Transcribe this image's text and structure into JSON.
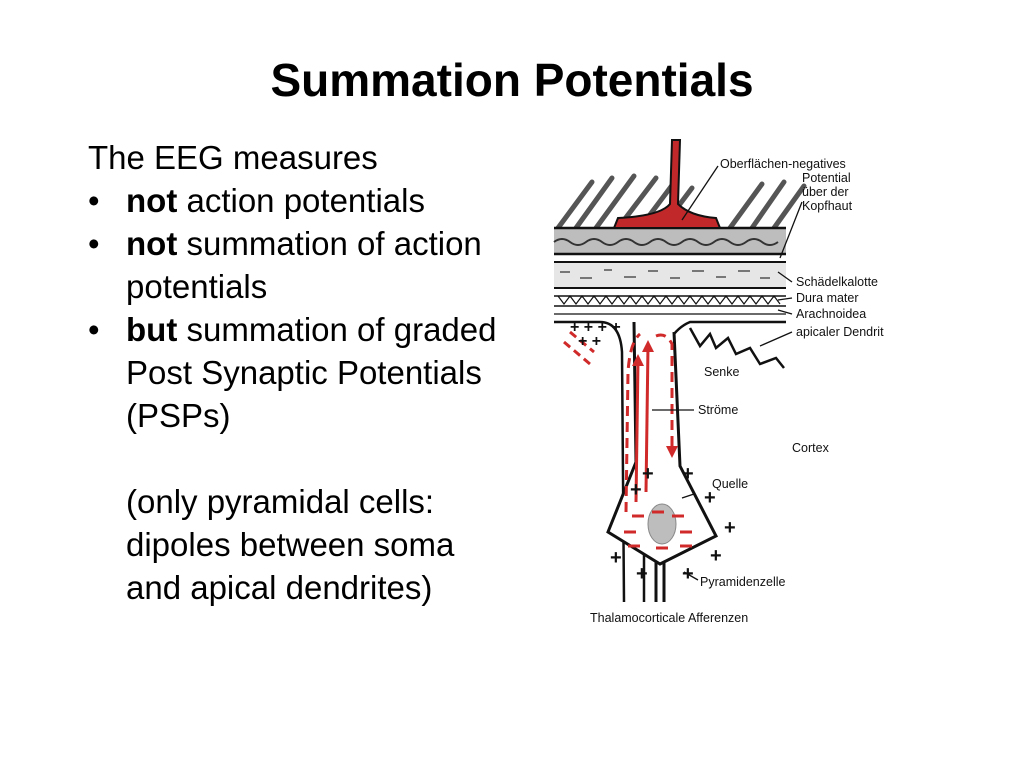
{
  "slide": {
    "title": "Summation Potentials",
    "intro": "The EEG measures",
    "bullets": [
      {
        "bullet": "•",
        "bold": "not",
        "rest": " action potentials"
      },
      {
        "bullet": "•",
        "bold": "not",
        "rest": " summation of action potentials"
      },
      {
        "bullet": "•",
        "bold": "but",
        "rest": " summation of graded Post Synaptic Potentials (PSPs)"
      }
    ],
    "note": "(only pyramidal cells: dipoles between soma and apical dendrites)"
  },
  "diagram": {
    "labels": {
      "surface": "Oberflächen-negatives",
      "surface2": "Potential",
      "surface3": "über der",
      "surface4": "Kopfhaut",
      "skull": "Schädelkalotte",
      "dura": "Dura mater",
      "arachnoid": "Arachnoidea",
      "dendrite": "apicaler Dendrit",
      "sink": "Senke",
      "currents": "Ströme",
      "cortex": "Cortex",
      "source": "Quelle",
      "pyramid": "Pyramidenzelle",
      "afferents": "Thalamocorticale Afferenzen"
    },
    "colors": {
      "electrode": "#c0282a",
      "current": "#d02a2a",
      "ink": "#111111"
    }
  }
}
